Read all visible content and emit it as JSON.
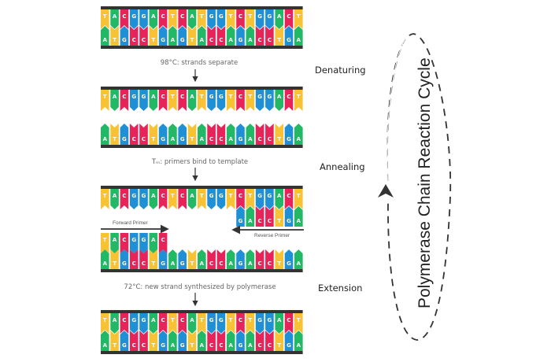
{
  "title": "Polymerase Chain Reaction Cycle",
  "base_colors": {
    "T": "#f7c335",
    "A": "#23b866",
    "C": "#e6245a",
    "G": "#1f8fd6"
  },
  "backbone_color": "#333333",
  "sequences": {
    "template_top": [
      "T",
      "A",
      "C",
      "G",
      "G",
      "A",
      "C",
      "T",
      "C",
      "A",
      "T",
      "G",
      "G",
      "T",
      "C",
      "T",
      "G",
      "G",
      "A",
      "C",
      "T"
    ],
    "template_bottom": [
      "A",
      "T",
      "G",
      "C",
      "C",
      "T",
      "G",
      "A",
      "G",
      "T",
      "A",
      "C",
      "C",
      "A",
      "G",
      "A",
      "C",
      "C",
      "T",
      "G",
      "A"
    ],
    "forward_primer": [
      "T",
      "A",
      "C",
      "G",
      "G",
      "A",
      "C"
    ],
    "reverse_primer": [
      "G",
      "A",
      "C",
      "C",
      "T",
      "G",
      "A"
    ]
  },
  "steps": [
    {
      "name": "Denaturing",
      "caption": "98°C: strands separate"
    },
    {
      "name": "Annealing",
      "caption": "Tₘ: primers bind to template"
    },
    {
      "name": "Extension",
      "caption": "72°C: new strand synthesized by polymerase"
    }
  ],
  "primer_labels": {
    "forward": "Forward Primer",
    "reverse": "Reverse Primer"
  }
}
